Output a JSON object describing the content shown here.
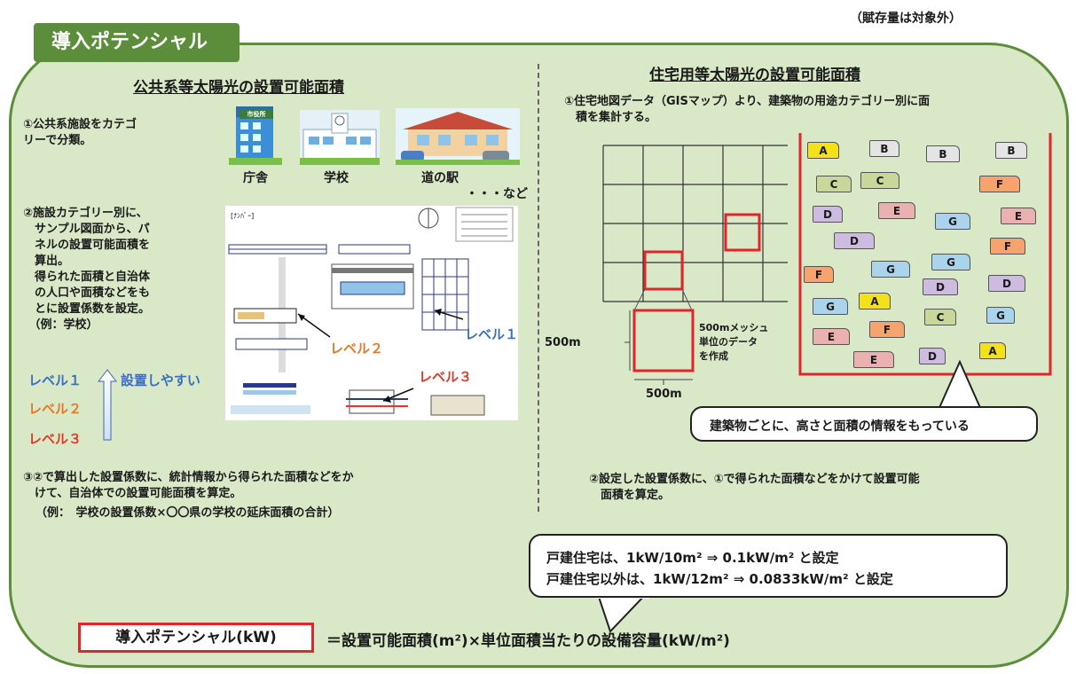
{
  "note_top": "（賦存量は対象外）",
  "tab_title": "導入ポテンシャル",
  "left": {
    "heading": "公共系等太陽光の設置可能面積",
    "step1": "①公共系施設をカテゴ\nリーで分類。",
    "facilities": [
      {
        "label": "庁舎",
        "sign": "市役所"
      },
      {
        "label": "学校"
      },
      {
        "label": "道の駅"
      }
    ],
    "etc": "・・・など",
    "step2": "②施設カテゴリー別に、\n　サンプル図面から、パ\n　ネルの設置可能面積を\n　算出。\n　得られた面積と自治体\n　の人口や面積などをも\n　とに設置係数を設定。\n　（例：学校）",
    "levels": [
      {
        "label": "レベル１",
        "color": "#3a6fc0"
      },
      {
        "label": "レベル２",
        "color": "#e27a2a"
      },
      {
        "label": "レベル３",
        "color": "#e03a2a"
      }
    ],
    "easy_label": "設置しやすい",
    "drawing": {
      "corner_label": "[ﾅﾝﾊﾞｰ]",
      "level1": "レベル１",
      "level2": "レベル２",
      "level3": "レベル３"
    },
    "step3": "③②で算出した設置係数に、統計情報から得られた面積などをか\n　けて、自治体での設置可能面積を算定。",
    "example": "（例：　学校の設置係数×〇〇県の学校の延床面積の合計）"
  },
  "right": {
    "heading": "住宅用等太陽光の設置可能面積",
    "step1": "①住宅地図データ（GISマップ）より、建築物の用途カテゴリー別に面\n　積を集計する。",
    "mesh_note": "500mメッシュ\n単位のデータ\nを作成",
    "dim_v": "500m",
    "dim_h": "500m",
    "buildings": [
      {
        "l": "A",
        "c": "#f3e21a"
      },
      {
        "l": "B",
        "c": "#e4e4e4"
      },
      {
        "l": "B",
        "c": "#e4e4e4"
      },
      {
        "l": "B",
        "c": "#e4e4e4"
      },
      {
        "l": "C",
        "c": "#c9d89a"
      },
      {
        "l": "C",
        "c": "#c9d89a"
      },
      {
        "l": "F",
        "c": "#f7a36e"
      },
      {
        "l": "D",
        "c": "#cdbbe0"
      },
      {
        "l": "E",
        "c": "#eab1b1"
      },
      {
        "l": "G",
        "c": "#aad4ec"
      },
      {
        "l": "E",
        "c": "#eab1b1"
      },
      {
        "l": "D",
        "c": "#cdbbe0"
      },
      {
        "l": "F",
        "c": "#f7a36e"
      },
      {
        "l": "F",
        "c": "#f7a36e"
      },
      {
        "l": "G",
        "c": "#aad4ec"
      },
      {
        "l": "G",
        "c": "#aad4ec"
      },
      {
        "l": "D",
        "c": "#cdbbe0"
      },
      {
        "l": "D",
        "c": "#cdbbe0"
      },
      {
        "l": "G",
        "c": "#aad4ec"
      },
      {
        "l": "A",
        "c": "#f3e21a"
      },
      {
        "l": "C",
        "c": "#c9d89a"
      },
      {
        "l": "G",
        "c": "#aad4ec"
      },
      {
        "l": "E",
        "c": "#eab1b1"
      },
      {
        "l": "F",
        "c": "#f7a36e"
      },
      {
        "l": "E",
        "c": "#eab1b1"
      },
      {
        "l": "D",
        "c": "#cdbbe0"
      },
      {
        "l": "A",
        "c": "#f3e21a"
      }
    ],
    "callout": "建築物ごとに、高さと面積の情報をもっている",
    "step2": "②設定した設置係数に、①で得られた面積などをかけて設置可能\n　面積を算定。"
  },
  "capacity_note": {
    "line1": "戸建住宅は、1kW/10m² ⇒ 0.1kW/m² と設定",
    "line2": "戸建住宅以外は、1kW/12m² ⇒ 0.0833kW/m² と設定"
  },
  "formula": {
    "boxed": "導入ポテンシャル(kW)",
    "rest": "＝設置可能面積(m²)×単位面積当たりの設備容量(kW/m²)"
  },
  "colors": {
    "panel_bg": "#d9e8c6",
    "panel_border": "#5b8d3a",
    "red": "#e0262b"
  }
}
